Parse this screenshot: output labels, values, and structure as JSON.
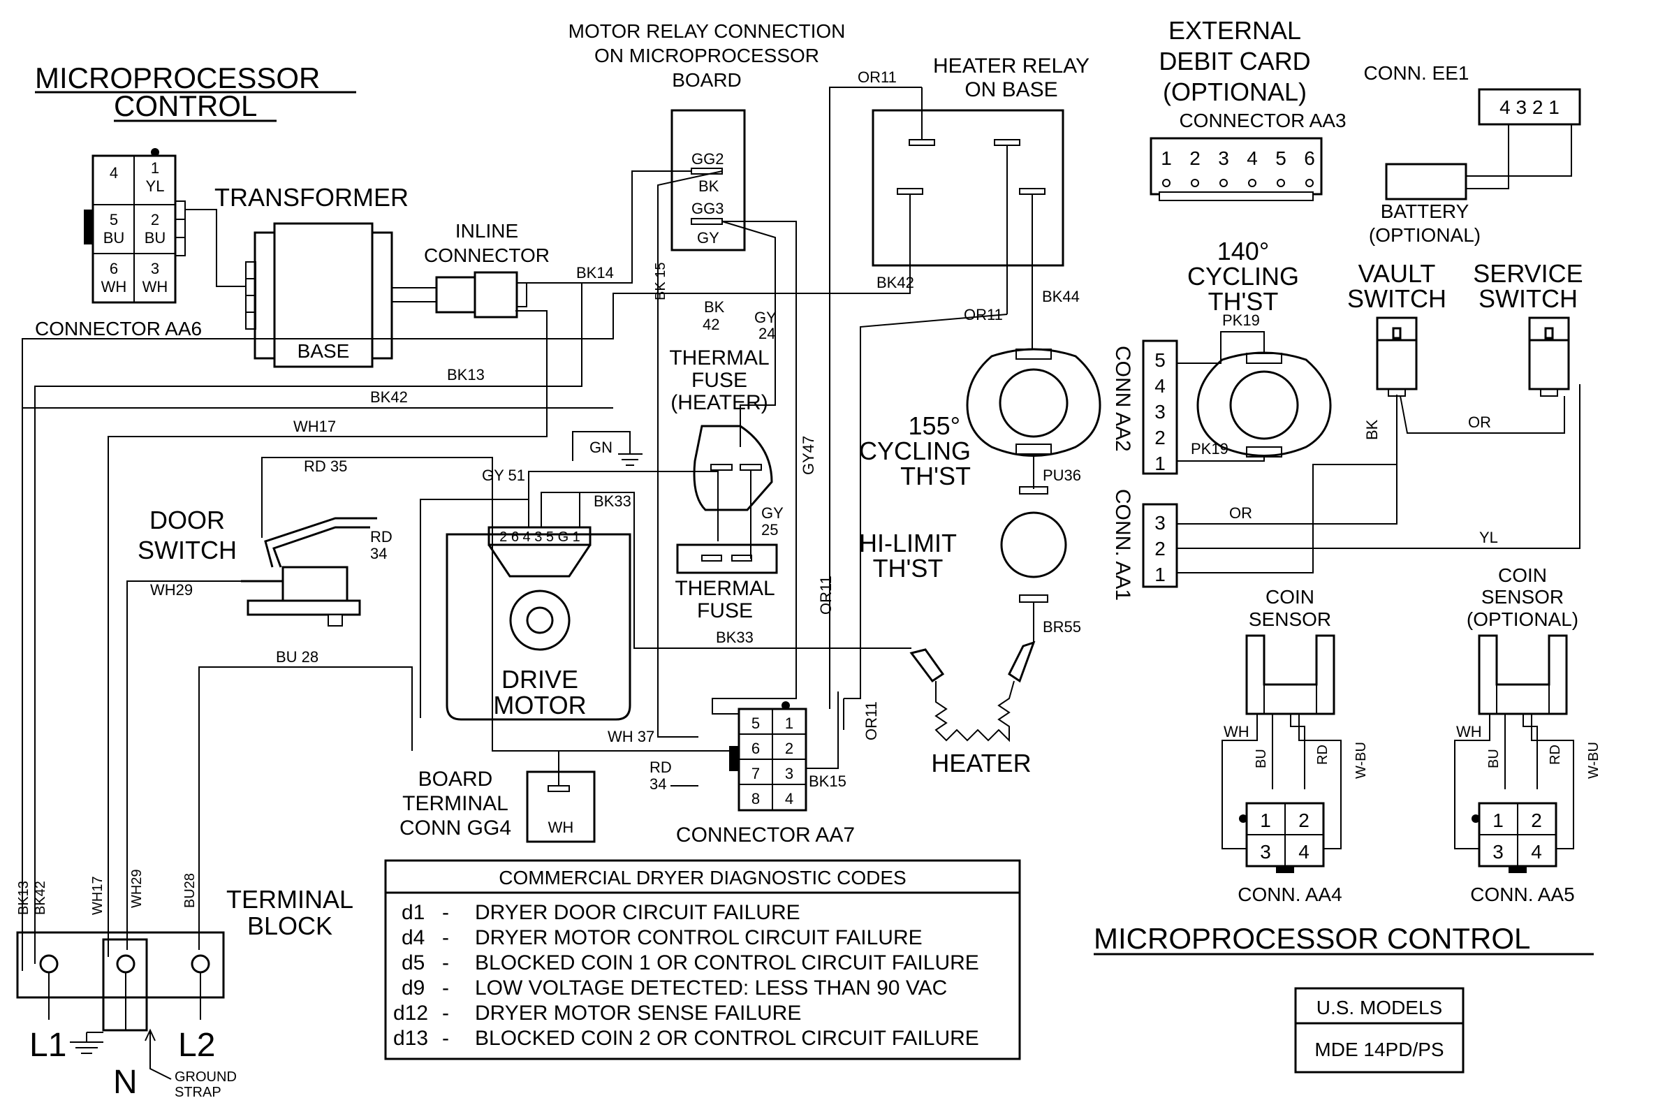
{
  "titles": {
    "left": [
      "MICROPROCESSOR",
      "CONTROL"
    ],
    "right": "MICROPROCESSOR CONTROL"
  },
  "components": {
    "transformer": "TRANSFORMER",
    "base": "BASE",
    "connector_aa6": "CONNECTOR AA6",
    "inline_connector": [
      "INLINE",
      "CONNECTOR"
    ],
    "motor_relay": [
      "MOTOR RELAY CONNECTION",
      "ON MICROPROCESSOR",
      "BOARD"
    ],
    "heater_relay": [
      "HEATER RELAY",
      "ON BASE"
    ],
    "external_debit": [
      "EXTERNAL",
      "DEBIT CARD",
      "(OPTIONAL)",
      "CONNECTOR AA3"
    ],
    "conn_ee1": "CONN. EE1",
    "battery": [
      "BATTERY",
      "(OPTIONAL)"
    ],
    "thermal_fuse_heater": [
      "THERMAL",
      "FUSE",
      "(HEATER)"
    ],
    "thermal_fuse": [
      "THERMAL",
      "FUSE"
    ],
    "cycling_155": [
      "155°",
      "CYCLING",
      "TH'ST"
    ],
    "cycling_140": [
      "140°",
      "CYCLING",
      "TH'ST"
    ],
    "hi_limit": [
      "HI-LIMIT",
      "TH'ST"
    ],
    "heater": "HEATER",
    "vault_switch": [
      "VAULT",
      "SWITCH"
    ],
    "service_switch": [
      "SERVICE",
      "SWITCH"
    ],
    "door_switch": [
      "DOOR",
      "SWITCH"
    ],
    "drive_motor": [
      "DRIVE",
      "MOTOR"
    ],
    "board_terminal": [
      "BOARD",
      "TERMINAL",
      "CONN GG4"
    ],
    "board_terminal_wire": "WH",
    "connector_aa7": "CONNECTOR AA7",
    "terminal_block": [
      "TERMINAL",
      "BLOCK"
    ],
    "conn_aa2": "CONN  AA2",
    "conn_aa1": "CONN.  AA1",
    "coin_sensor": [
      "COIN",
      "SENSOR"
    ],
    "coin_sensor_opt": [
      "COIN",
      "SENSOR",
      "(OPTIONAL)"
    ],
    "conn_aa4": "CONN. AA4",
    "conn_aa5": "CONN. AA5",
    "l1": "L1",
    "l2": "L2",
    "n": "N",
    "ground_strap": [
      "GROUND",
      "STRAP"
    ]
  },
  "pins": {
    "aa6": [
      "4",
      "1",
      "YL",
      "5",
      "BU",
      "2",
      "BU",
      "6",
      "WH",
      "3",
      "WH"
    ],
    "ee1": "4 3 2 1",
    "aa3": [
      "1",
      "2",
      "3",
      "4",
      "5",
      "6"
    ],
    "aa2": [
      "5",
      "4",
      "3",
      "2",
      "1"
    ],
    "aa1": [
      "3",
      "2",
      "1"
    ],
    "aa7": [
      "5",
      "1",
      "6",
      "2",
      "7",
      "3",
      "8",
      "4"
    ],
    "aa4": [
      "1",
      "2",
      "3",
      "4"
    ],
    "aa5": [
      "1",
      "2",
      "3",
      "4"
    ],
    "motor": "2 6 4 3  5 G 1",
    "gg2": "GG2",
    "gg3": "GG3"
  },
  "wires": {
    "or11_top": "OR11",
    "bk14": "BK14",
    "bk15": "BK 15",
    "bk42_left": "BK",
    "bk42_left2": "42",
    "gy24": "GY",
    "gy24b": "24",
    "bk_gg2": "BK",
    "gy_gg3": "GY",
    "bk42_relay": "BK42",
    "or11_mid": "OR11",
    "bk44": "BK44",
    "bk13": "BK13",
    "bk42": "BK42",
    "wh17": "WH17",
    "rd35": "RD 35",
    "gn": "GN",
    "gy51": "GY 51",
    "bk33": "BK33",
    "gy47": "GY47",
    "gy25": "GY",
    "gy25b": "25",
    "rd34": "RD",
    "rd34b": "34",
    "wh29": "WH29",
    "bu28": "BU 28",
    "or11_v": "OR11",
    "bk33_b": "BK33",
    "wh37": "WH 37",
    "rd34_b": "RD",
    "rd34_b2": "34",
    "bk15_b": "BK15",
    "or11_r": "OR11",
    "pu36": "PU36",
    "br55": "BR55",
    "pk19_top": "PK19",
    "pk19_bot": "PK19",
    "bk_vault": "BK",
    "or_vs": "OR",
    "or_aa1": "OR",
    "yl_aa1": "YL",
    "wh_cs1": "WH",
    "bu_cs1": "BU",
    "rd_cs1": "RD",
    "wbu_cs1": "W-BU",
    "wh_cs2": "WH",
    "bu_cs2": "BU",
    "rd_cs2": "RD",
    "wbu_cs2": "W-BU",
    "tb_bk13": "BK13",
    "tb_bk42": "BK42",
    "tb_wh17": "WH17",
    "tb_wh29": "WH29",
    "tb_bu28": "BU28"
  },
  "diagnostics": {
    "title": "COMMERCIAL DRYER DIAGNOSTIC CODES",
    "codes": [
      {
        "code": "d1",
        "sep": "-",
        "text": "DRYER DOOR CIRCUIT FAILURE"
      },
      {
        "code": "d4",
        "sep": "-",
        "text": "DRYER MOTOR CONTROL CIRCUIT FAILURE"
      },
      {
        "code": "d5",
        "sep": "-",
        "text": "BLOCKED COIN 1 OR CONTROL CIRCUIT FAILURE"
      },
      {
        "code": "d9",
        "sep": "-",
        "text": "LOW VOLTAGE DETECTED: LESS THAN 90 VAC"
      },
      {
        "code": "d12",
        "sep": "-",
        "text": "DRYER MOTOR SENSE FAILURE"
      },
      {
        "code": "d13",
        "sep": "-",
        "text": "BLOCKED COIN 2 OR CONTROL CIRCUIT FAILURE"
      }
    ]
  },
  "models": {
    "header": "U.S. MODELS",
    "value": "MDE 14PD/PS"
  }
}
